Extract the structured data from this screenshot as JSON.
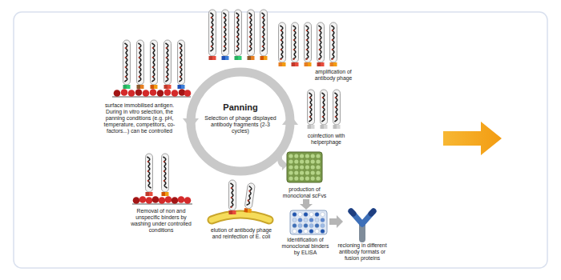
{
  "diagram": {
    "nodes": [
      {
        "text": [
          "Panning",
          "Selection of phage displayed antibody fragments (2-3 cycles)"
        ]
      }
    ],
    "labels": [
      "amplification of antibody phage",
      "surface immobilised antigen. During in vitro selection, the panning conditions (e.g. pH, temperature, competitors, co-factors...) can be controlled",
      "coinfection with helperphage",
      "production of monoclonal scFvs",
      "Removal of non and unspecific binders by washing under controlled conditions",
      "elution of antibody phage and reinfection of E. coli",
      "identification of monoclonal binders by ELISA",
      "recloning in different antibody formats or fusion proteins"
    ]
  }
}
